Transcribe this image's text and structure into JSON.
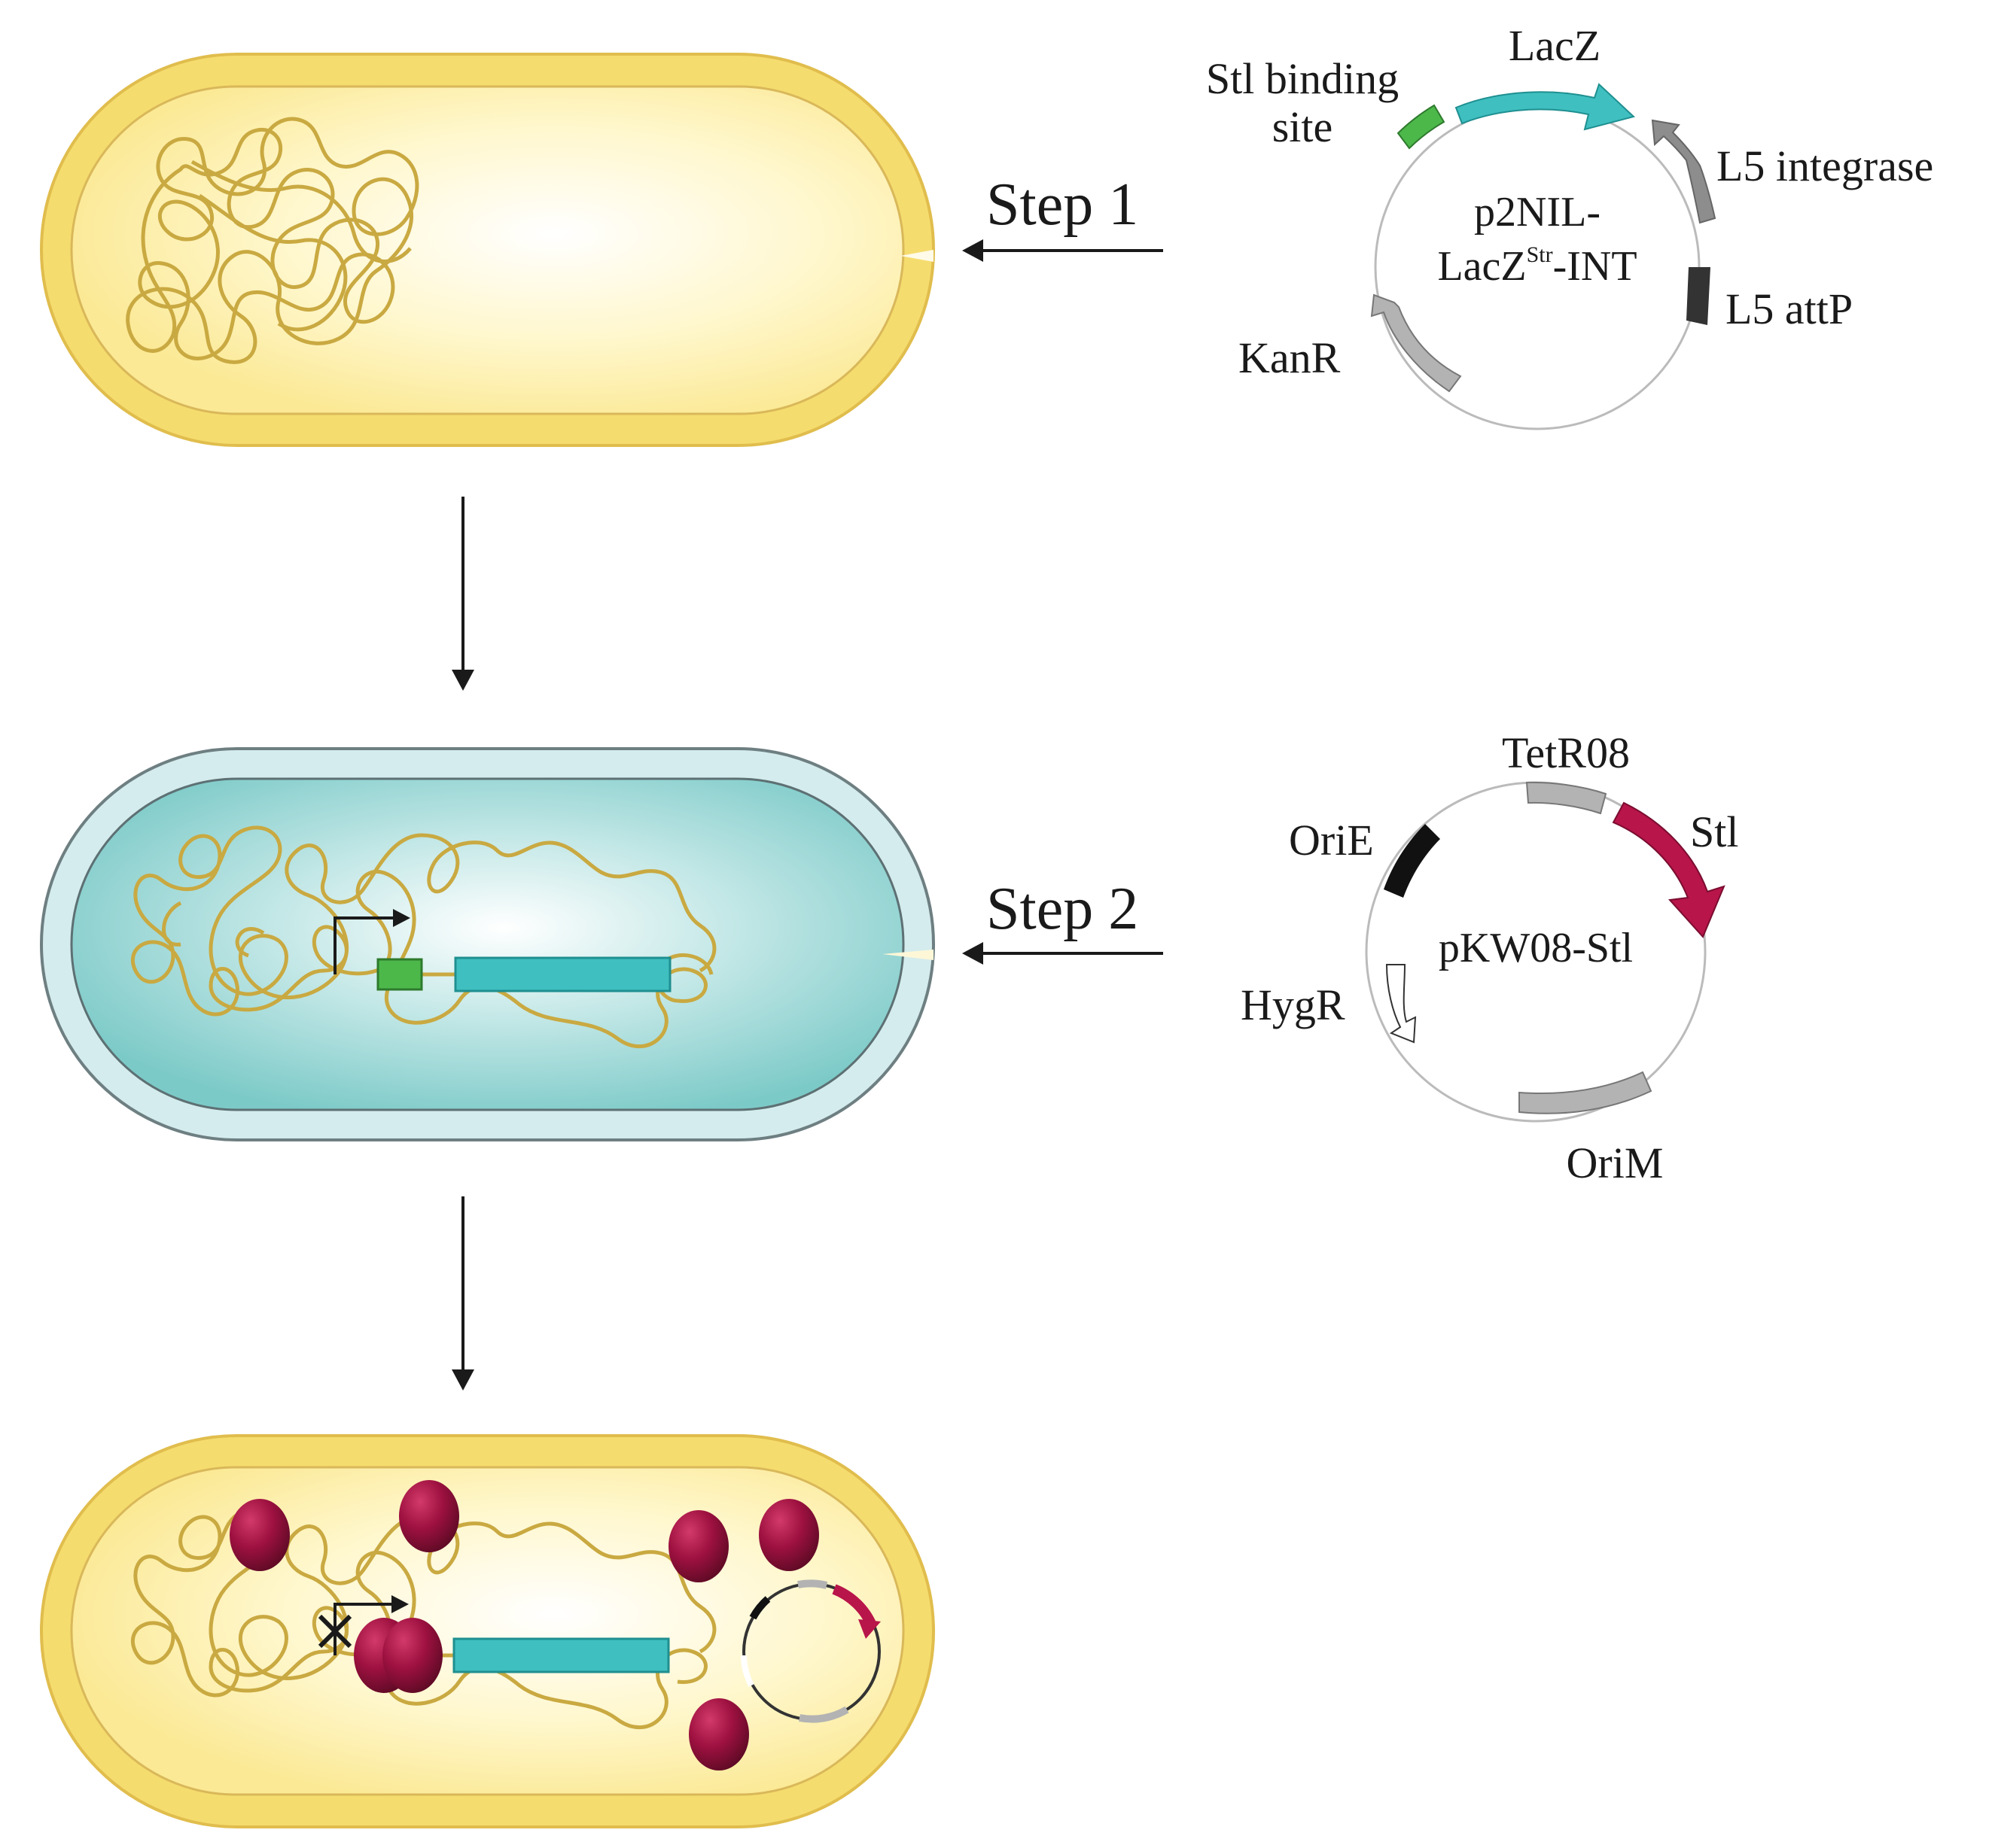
{
  "step1": {
    "label": "Step 1"
  },
  "step2": {
    "label": "Step 2"
  },
  "plasmid1": {
    "name_line1": "p2NIL-",
    "name_line2_prefix": "LacZ",
    "name_line2_superscript": "Str",
    "name_line2_suffix": "-INT",
    "features": {
      "stl_binding_site_line1": "Stl binding",
      "stl_binding_site_line2": "site",
      "lacz": "LacZ",
      "l5_integrase": "L5 integrase",
      "l5_attp": "L5 attP",
      "kanr": "KanR"
    }
  },
  "plasmid2": {
    "name": "pKW08-Stl",
    "features": {
      "tetr08": "TetR08",
      "stl": "Stl",
      "orie": "OriE",
      "hygr": "HygR",
      "orim": "OriM"
    }
  },
  "colors": {
    "yellow_cell_wall": "#f3d96a",
    "yellow_cytoplasm": "#fff6c0",
    "teal_cell_wall": "#d4eced",
    "teal_cytoplasm": "#8fd2d0",
    "dna": "#c9a941",
    "lacz_teal": "#3fbfc0",
    "binding_site_green": "#4cb84a",
    "stl_red": "#b8154a",
    "stl_protein": "#8e1034",
    "gray_feature": "#9a9a9a",
    "dark_feature": "#333333",
    "black_feature": "#111111"
  }
}
